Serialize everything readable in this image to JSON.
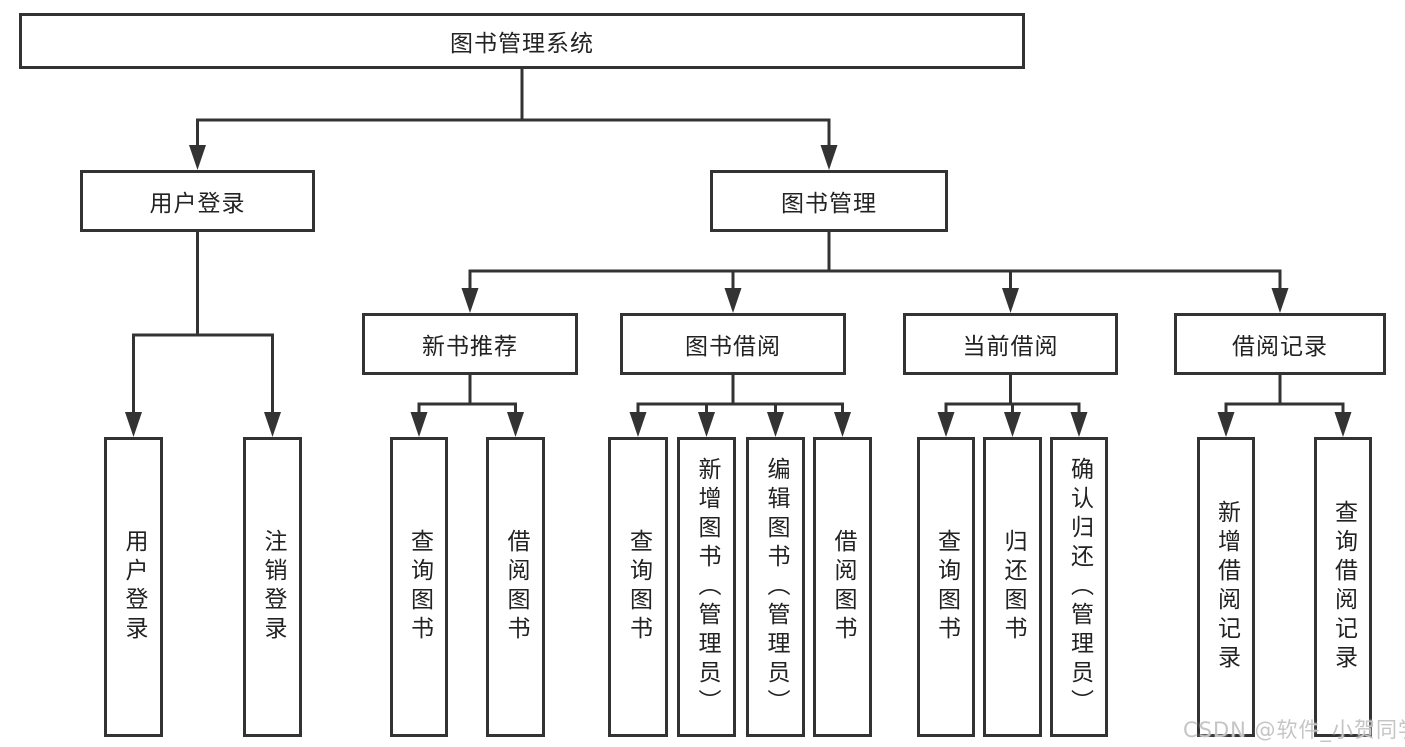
{
  "diagram_type": "hierarchy-tree",
  "root": {
    "label": "图书管理系统",
    "children": [
      {
        "label": "用户登录",
        "children": [
          {
            "label": "用户登录"
          },
          {
            "label": "注销登录"
          }
        ]
      },
      {
        "label": "图书管理",
        "children": [
          {
            "label": "新书推荐",
            "children": [
              {
                "label": "查询图书"
              },
              {
                "label": "借阅图书"
              }
            ]
          },
          {
            "label": "图书借阅",
            "children": [
              {
                "label": "查询图书"
              },
              {
                "label": "新增图书（管理员）"
              },
              {
                "label": "编辑图书（管理员）"
              },
              {
                "label": "借阅图书"
              }
            ]
          },
          {
            "label": "当前借阅",
            "children": [
              {
                "label": "查询图书"
              },
              {
                "label": "归还图书"
              },
              {
                "label": "确认归还（管理员）"
              }
            ]
          },
          {
            "label": "借阅记录",
            "children": [
              {
                "label": "新增借阅记录"
              },
              {
                "label": "查询借阅记录"
              }
            ]
          }
        ]
      }
    ]
  },
  "watermark": {
    "text": "CSDN @软件_小贺同学"
  },
  "colors": {
    "line": "#333333",
    "box_border": "#333333",
    "text": "#222222",
    "watermark": "#c5c5c5",
    "background": "#ffffff"
  }
}
